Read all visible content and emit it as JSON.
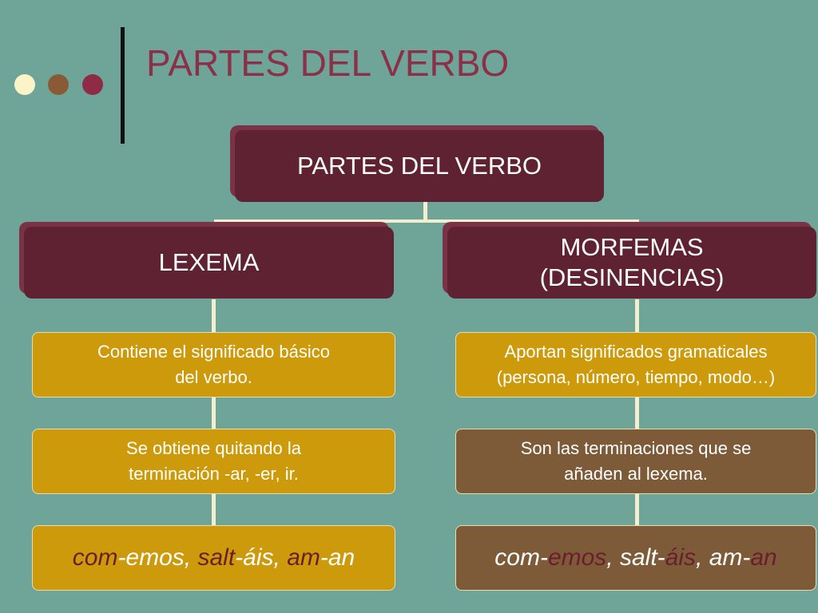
{
  "title": "PARTES DEL VERBO",
  "colors": {
    "background": "#6fa598",
    "dark_box": "#5e2232",
    "gold_box": "#cc9a0a",
    "brown_box": "#7d5b38",
    "title": "#8b3048",
    "dot_1": "#fbf4c9",
    "dot_2": "#8a5a37",
    "dot_3": "#8e2c47"
  },
  "root_box": "PARTES DEL VERBO",
  "left": {
    "header": "LEXEMA",
    "box1": {
      "line1": "Contiene el significado básico",
      "line2": "del verbo."
    },
    "box2": {
      "line1": "Se obtiene quitando la",
      "line2": "terminación  -ar, -er, ir."
    },
    "example": {
      "w1_root": "com",
      "w1_end": "-emos, ",
      "w2_root": "salt",
      "w2_end": "-áis, ",
      "w3_root": "am",
      "w3_end": "-an"
    }
  },
  "right": {
    "header_line1": "MORFEMAS",
    "header_line2": "(DESINENCIAS)",
    "box1": {
      "line1": "Aportan significados gramaticales",
      "line2": "(persona, número, tiempo, modo…)"
    },
    "box2": {
      "line1": "Son las terminaciones que se",
      "line2": "añaden al lexema."
    },
    "example": {
      "w1_root": "com-",
      "w1_end": "emos",
      "sep1": ", ",
      "w2_root": "salt-",
      "w2_end": "áis",
      "sep2": ", ",
      "w3_root": "am-",
      "w3_end": "an"
    }
  }
}
